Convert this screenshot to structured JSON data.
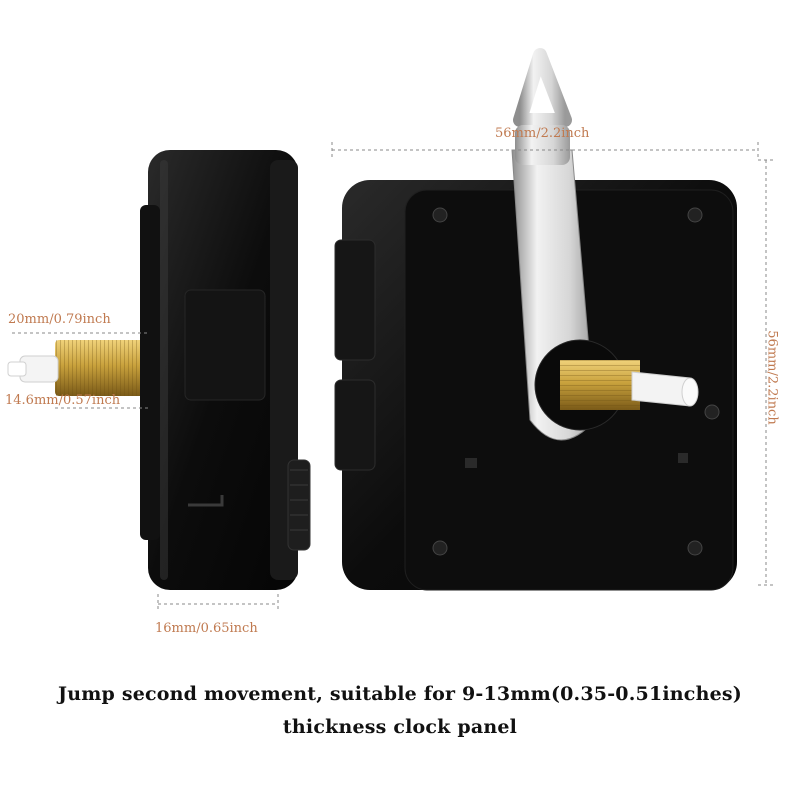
{
  "colors": {
    "dimension_text": "#c07a50",
    "dashed_line": "#888888",
    "movement_body": "#0b0b0b",
    "hanger": "#c9c9c9",
    "brass": "#c9a23d"
  },
  "dimensions": {
    "width_top": "56mm/2.2inch",
    "height_right": "56mm/2.2inch",
    "shaft_total": "20mm/0.79inch",
    "shaft_thread": "14.6mm/0.57inch",
    "body_depth": "16mm/0.65inch"
  },
  "caption": {
    "line1": "Jump second movement, suitable for 9-13mm(0.35-0.51inches)",
    "line2": "thickness clock panel"
  }
}
